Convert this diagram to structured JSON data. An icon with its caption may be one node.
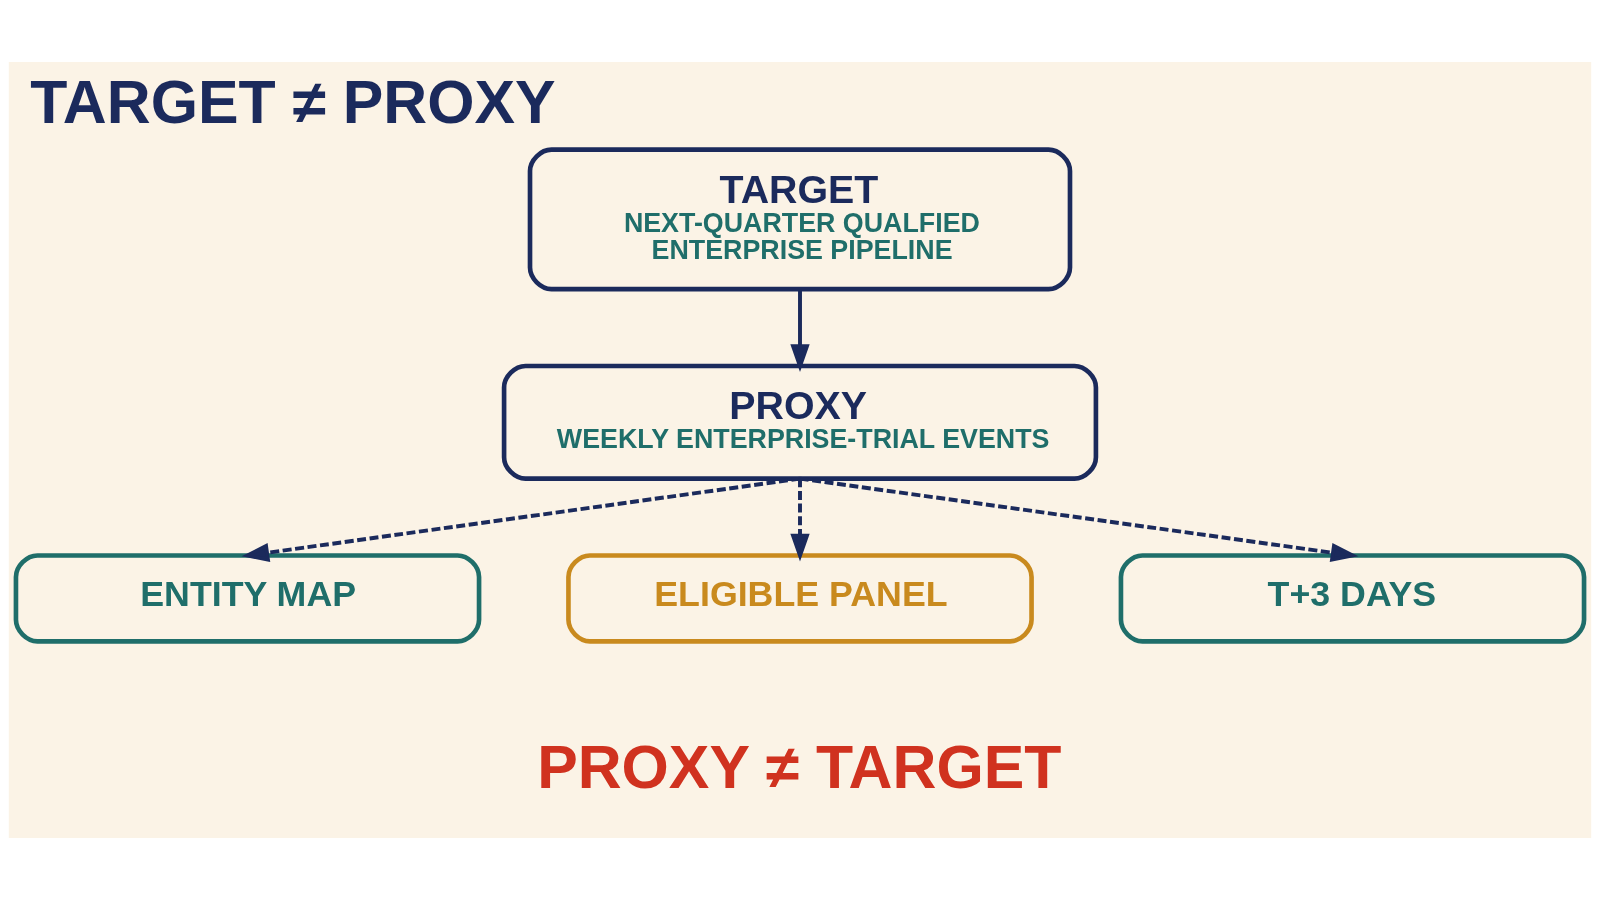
{
  "diagram": {
    "title": "TARGET ≠ PROXY",
    "caption": "PROXY ≠ TARGET",
    "nodes": [
      {
        "text": [
          "TARGET",
          "NEXT-QUARTER QUALFIED ENTERPRISE PIPELINE"
        ]
      },
      {
        "text": [
          "PROXY",
          "WEEKLY ENTERPRISE-TRIAL EVENTS"
        ]
      },
      {
        "text": [
          "ENTITY MAP"
        ]
      },
      {
        "text": [
          "ELIGIBLE PANEL"
        ]
      },
      {
        "text": [
          "T+3 DAYS"
        ]
      }
    ],
    "edges": [
      {
        "from": 0,
        "to": 1,
        "arrow": "to"
      },
      {
        "from": 1,
        "to": 2,
        "arrow": "to",
        "style": "dashed"
      },
      {
        "from": 1,
        "to": 3,
        "arrow": "to",
        "style": "dashed"
      },
      {
        "from": 1,
        "to": 4,
        "arrow": "to",
        "style": "dashed"
      }
    ]
  }
}
